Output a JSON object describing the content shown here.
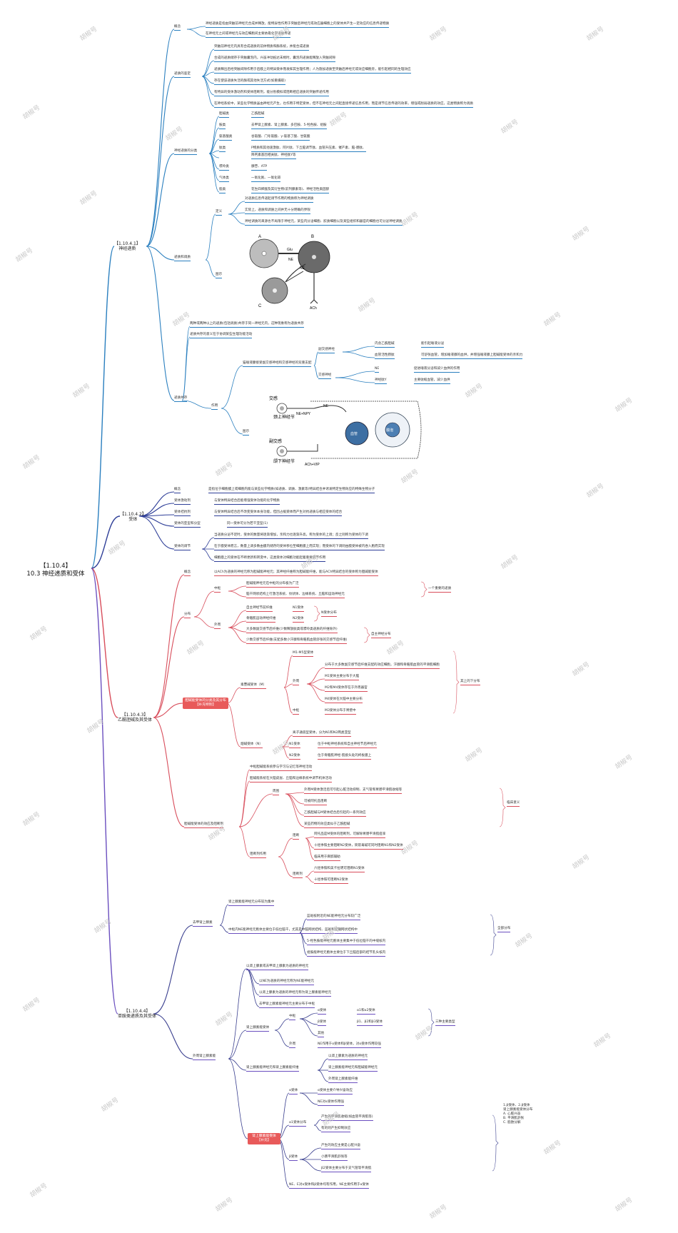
{
  "root": {
    "line1": "【1.10.4】",
    "line2": "10.3 神经递质和受体"
  },
  "watermark": "胡椒号",
  "colors": {
    "blue": "#2a7fbf",
    "navy": "#2f3f98",
    "red": "#d84d5b",
    "purple": "#6b4fbf",
    "dark": "#3a3f8f"
  },
  "sections": {
    "s1": {
      "code": "【1.10.4.1】",
      "name": "神经递质"
    },
    "s2": {
      "code": "【1.10.4.2】",
      "name": "受体"
    },
    "s3": {
      "code": "【1.10.4.3】",
      "name": "乙酰胆碱及其受体"
    },
    "s4": {
      "code": "【1.10.4.4】",
      "name": "单胺类递质及其受体"
    }
  },
  "s1": {
    "concept": "概念",
    "concept_items": [
      "神经递质是指由突触前神经元合成并释放，能特异性作用于突触后神经元或效应器细胞上的受体并产生一定效应的信息传递物质",
      "在神经元之间或神经元与效应细胞间主要依靠化学递质传递"
    ],
    "criteria": "递质的鉴定",
    "criteria_items": [
      "突触前神经元内具有合成递质的前体物质和酶系统，并能合成递质",
      "合成的递质储存于突触囊泡内，兴奋冲动抵达末梢时，囊泡内递质能释放入突触间隙",
      "递质释出后经突触间隙作用于后膜上的特异受体而发挥其生理作用；人为施加递质至突触后神经元或效应细胞旁，能引起相同的生理效应",
      "存在使该递质失活的酶或其他失活方式(如重摄取)",
      "有特异的受体激动剂和受体阻断剂，能分别模拟或阻断相应递质的突触传递作用",
      "在神经系统中，某些化学物质虽由神经元产生，也作用于特定受体，但不在神经元之间起直接传递信息作用，而是调节信息传递的效率，增强或削弱递质的效应，这类物质称为调质"
    ],
    "classify": "神经递质的分类",
    "classify_rows": [
      {
        "k": "胆碱类",
        "v": "乙酰胆碱"
      },
      {
        "k": "胺类",
        "v": "去甲肾上腺素、肾上腺素、多巴胺、5-羟色胺、组胺"
      },
      {
        "k": "氨基酸类",
        "v": "谷氨酸、门冬氨酸、γ-氨基丁酸、甘氨酸"
      },
      {
        "k": "肽类",
        "v": "P物质和其他速激肽、阿片肽、下丘脑调节肽、血管升压素、催产素、脑-肠肽、"
      },
      {
        "k": "",
        "v": "降钙素基因相关肽、神经肽Y等"
      },
      {
        "k": "嘌呤类",
        "v": "腺苷、ATP"
      },
      {
        "k": "气体类",
        "v": "一氧化氮、一氧化碳"
      },
      {
        "k": "脂类",
        "v": "花生四烯酸及其衍生物(前列腺素等)、神经活性类固醇"
      }
    ],
    "modulator": "递质和调质",
    "define": "定义",
    "define_items": [
      "对递质信息传递起调节作用的物质称为神经调质",
      "实际上，递质和调质之间并无十分明确的界限",
      "神经调质的来源也不局限于神经元，某些内分泌细胞、胶质细胞以及某些组织和器官的细胞也可分泌神经调质"
    ],
    "coexist_label": "图示",
    "fig1_labels": {
      "a": "A",
      "b": "B",
      "c": "C",
      "glu": "Glu",
      "ne1": "NE",
      "ne2": "NE",
      "ach": "ACh"
    },
    "coexist": "递质共存",
    "coexist_items": [
      "两种或两种以上的递质(包括调质)共存于同一神经元内，这种现象称为递质共存",
      "递质共存的意义在于协调某些生理功能活动"
    ],
    "role": "作用",
    "role_text": "猫唾液腺接受副交感神经和交感神经的双重支配",
    "para": "副交感神经",
    "para_items": [
      {
        "k": "内含乙酰胆碱",
        "v": "能引起唾液分泌"
      },
      {
        "k": "血管活性肠肽",
        "v": "可舒张血管，增加唾液腺的血供，并增强唾液腺上胆碱能受体的亲和力"
      }
    ],
    "symp": "交感神经",
    "symp_items": [
      {
        "k": "NE",
        "v": "促进唾液分泌和减少血供的作用"
      },
      {
        "k": "神经肽Y",
        "v": "主要收缩血管，减少血供"
      }
    ],
    "fig2_label": "图示",
    "fig2": {
      "symp": "交感",
      "sup": "颈上神经节",
      "ne": "NE",
      "nenpy": "NE+NPY",
      "vessel": "血管",
      "gland": "腺泡",
      "para": "副交感",
      "sub": "颌下神经节",
      "achvip": "ACh+VIP"
    }
  },
  "s2": {
    "concept": "概念",
    "concept_v": "是指位于细胞膜上或细胞内能与某些化学物质(如递质、调质、激素等)特异结合并诱发特定生物效应的特殊生物分子",
    "agonist": "受体激动剂",
    "agonist_v": "与受体特异结合后能增强受体功能的化学物质",
    "antagonist": "受体拮抗剂",
    "antagonist_v": "与受体特异结合后不改变受体本身功能，但因占据受体而产生对抗递质与相应受体的结合",
    "subtype": "受体的亚型和分型",
    "subtype_v": "同一受体可分为若干亚型(1)",
    "reg": "受体的调节",
    "reg_items": [
      "当递质分泌不足时，受体的数量将逐渐增加，亲和力也逐渐升高，称为受体的上调；反之则称为受体的下调",
      "在于膜受体而言，数量上调多数由膜内储存的受体移位至细胞膜上而实现；而受体的下调则由膜受体被内吞入胞而实现",
      "细胞膜上的受体在不断更新和转变中，这类受体对细胞功能起着重要调节作用"
    ]
  },
  "s3": {
    "concept": "概念",
    "concept_v": "以ACh为递质的神经元称为胆碱能神经元；其神经纤维称为胆碱能纤维，能与ACh特异结合的受体称为胆碱能受体",
    "dist": "分布",
    "central": "中枢",
    "central_items": [
      "胆碱能神经元在中枢的分布极为广泛",
      "脑干网状结构上行激活系统、纹状体、边缘系统、丘脑和运动神经元"
    ],
    "central_note": "一个重要的递质",
    "periph": "外周",
    "periph_items": [
      {
        "k": "自主神经节前纤维",
        "v": "N1受体"
      },
      {
        "k": "骨骼肌运动神经纤维",
        "v": "N2受体"
      },
      {
        "k": "大多数副交感节后纤维(少数释放肽类或嘌呤类递质的纤维除外)",
        "v": ""
      },
      {
        "k": "少数交感节后纤维(支配多数小汗腺和骨骼肌血管舒张的交感节后纤维)",
        "v": ""
      }
    ],
    "periph_note1": "N受体分布",
    "periph_note2": "自主神经分布",
    "receptor_box": "胆碱能受体的分类及其分布",
    "receptor_box2": "【补充特别】",
    "m": "毒蕈碱受体（M）",
    "m_items": [
      "M1-M5型受体",
      "分布于大多数副交感节后纤维支配的效应细胞，汗腺和骨骼肌血管的平滑肌细胞",
      "M1受体主要分布于大脑",
      "M2和M4受体存在于外周器官",
      "M4受体在大脑中主要分布",
      "M3受体分布于胃壁中"
    ],
    "m_out": "外周",
    "m_center": "中枢",
    "m_note": "其上的下分布",
    "n": "烟碱受体（N）",
    "n_items": [
      "N1受体",
      "N2受体"
    ],
    "n_main": "离子通道型受体，分为N1和N2两类亚型",
    "n1_v": "位于中枢神经系统和自主神经节后神经元",
    "n2_v": "位于骨骼肌神经-肌接头处的终板膜上",
    "func": "胆碱能受体的效应及阻断剂",
    "func_items": [
      "中枢胆碱能系统参与学习与记忆等神经活动",
      "胆碱能系统在大脑皮层、丘脑和边缘系统中调节机体活动"
    ],
    "peri": "周围",
    "func_sub": [
      "外周M受体激活后可引起心脏活动抑制、支气管和胃肠平滑肌收缩等",
      "可被阿托品阻断",
      "乙酰胆碱与M受体结合后引起的一系列效应",
      "某些药物的效应类似于乙酰胆碱"
    ],
    "func_note": "临床意义",
    "block": "阻断剂作用",
    "block_items": [
      "阿托品是M受体的阻断剂，可解除胃肠平滑肌痉挛",
      "十烃季铵主要阻断N2受体，筒箭毒碱可同时阻断N1和N2受体",
      "临床用于麻醉辅助",
      "六烃季铵和美卡拉明可阻断N1受体",
      "十烃季铵可阻断N2受体"
    ],
    "block_k1": "阻断",
    "block_k2": "阻断剂"
  },
  "s4": {
    "a_label": "去甲肾上腺素",
    "a_items": [
      "肾上腺素能神经元分布较为集中",
      "中枢内NE能神经元胞体主要位于低位脑干，尤其是中脑网状结构、蓝斑和延髓网状结构中"
    ],
    "a_note": "全部分布",
    "a_sub": [
      "蓝斑核附近的NE能神经元分布较广泛",
      "5-羟色胺能神经元胞体主要集中于低位脑干的中缝核内",
      "组胺能神经元胞体主要位于下丘脑后部的结节乳头核内"
    ],
    "b_label": "外周肾上腺素能",
    "b_items": [
      "以肾上腺素或去甲肾上腺素为递质的神经元",
      "以NE为递质的神经元称为NE能神经元",
      "以肾上腺素为递质的神经元称为肾上腺素能神经元",
      "去甲肾上腺素能神经元主要分布于中枢"
    ],
    "rec": "肾上腺素能受体",
    "center": "中枢",
    "rec_items": [
      {
        "k": "α受体",
        "v": "α1和α2受体"
      },
      {
        "k": "β受体",
        "v": "β1、β2和β3受体"
      },
      {
        "k": "",
        "v": "其他"
      }
    ],
    "rec_note": "三种主要类型",
    "out": "外周",
    "out_v": "NE作用于α受体和β受体，对α受体作用较强",
    "cat": "肾上腺素能神经元和肾上腺素能纤维",
    "cat_items": [
      "以肾上腺素为递质的神经元",
      "肾上腺素能神经元和胆碱能神经元",
      "外周肾上腺素能纤维"
    ],
    "red_box": "肾上腺素能受体",
    "red_box2": "【补充】",
    "alpha": "α受体",
    "alpha_items": [
      "α受体主要介导兴奋效应",
      "NE对α受体作用强"
    ],
    "alpha1": "α1受体分布",
    "alpha1_items": [
      "产生的平滑肌收缩(如血管平滑肌等)",
      "有的则产生抑制效应"
    ],
    "beta": "β受体",
    "beta_items": [
      "产生的效应主要是心脏兴奋",
      "小肠平滑肌舒张等",
      "β2受体主要分布于支气管等平滑肌"
    ],
    "note_box": [
      "1.β受体、2.β受体",
      "肾上腺素能受体分布",
      "A. 心脏兴奋",
      "B. 平滑肌舒张",
      "C. 脂肪分解"
    ],
    "last": "NE、E对α受体和β受体均有作用，NE主要作用于α受体"
  }
}
